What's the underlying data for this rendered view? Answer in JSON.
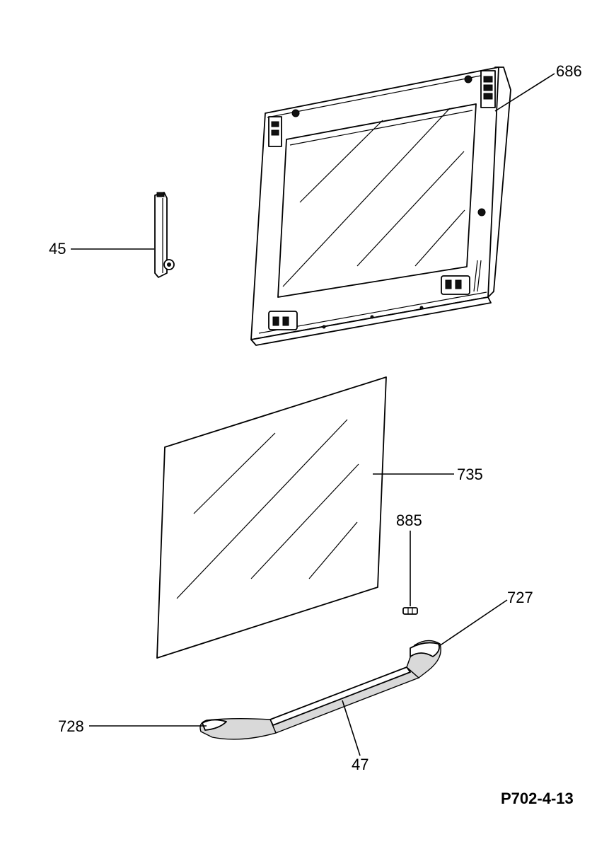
{
  "labels": {
    "frame": "686",
    "hinge": "45",
    "glass": "735",
    "screw": "885",
    "handle_end_right": "727",
    "handle_end_left": "728",
    "handle": "47"
  },
  "drawing_code": "P702-4-13"
}
